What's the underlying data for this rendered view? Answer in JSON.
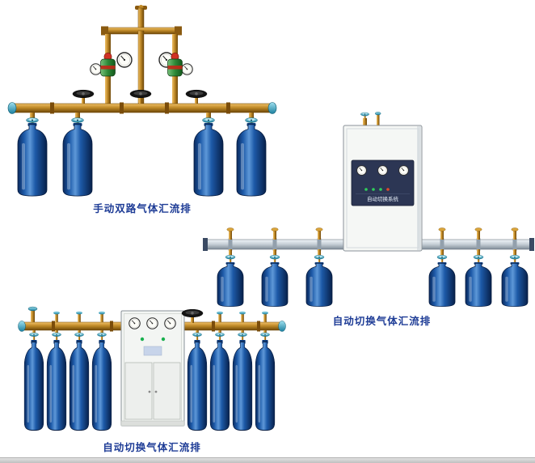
{
  "page": {
    "background": "#ffffff"
  },
  "products": [
    {
      "id": "manual-dual-manifold",
      "caption": "手动双路气体汇流排"
    },
    {
      "id": "auto-switch-manifold-wall",
      "caption": "自动切换气体汇流排",
      "cabinet_label": "自动切换系统"
    },
    {
      "id": "auto-switch-manifold-floor",
      "caption": "自动切换气体汇流排"
    }
  ],
  "colors": {
    "caption_text": "#1e3c96",
    "cylinder_blue": "#1d5aa8",
    "brass_pipe": "#c08a28",
    "valve_teal": "#3aa4c0",
    "regulator_green": "#2e8a38",
    "regulator_red": "#d03224",
    "cabinet_white": "#f5f7f5",
    "panel_navy": "#2c3654",
    "silver_pipe": "#c3ccd4"
  }
}
